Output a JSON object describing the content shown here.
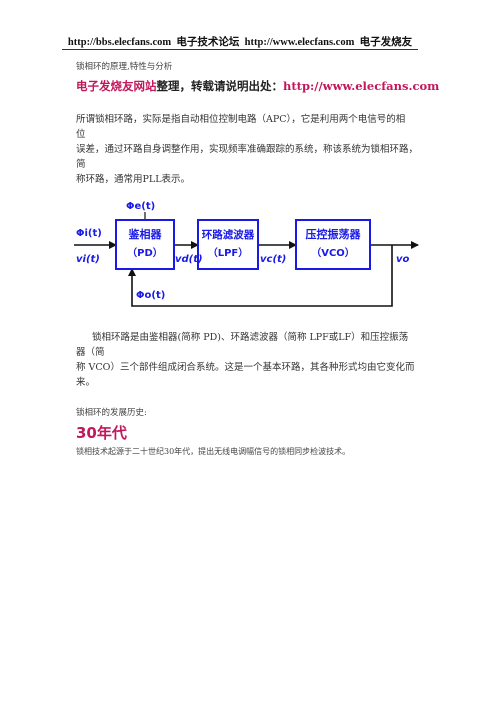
{
  "header": {
    "url1": "http://bbs.elecfans.com",
    "forum": "电子技术论坛",
    "url2": "http://www.elecfans.com",
    "brand": "电子发烧友"
  },
  "subtitle": "锁相环的原理,特性与分析",
  "notice": {
    "site": "电子发烧友网站",
    "mid": "整理，转载请说明出处：",
    "url": "http://www.elecfans.com"
  },
  "intro_lines": [
    "所谓锁相环路，实际是指自动相位控制电路（APC），它是利用两个电信号的相",
    "位",
    "误差，通过环路自身调整作用，实现频率准确跟踪的系统，称该系统为锁相环路，",
    "简",
    "称环路，通常用PLL表示。"
  ],
  "diagram": {
    "colors": {
      "box": "#1a1ae6",
      "text": "#1a1ae6",
      "line": "#111111"
    },
    "blocks": [
      {
        "line1": "鉴相器",
        "line2": "（PD）"
      },
      {
        "line1": "环路滤波器",
        "line2": "（LPF）"
      },
      {
        "line1": "压控振荡器",
        "line2": "（VCO）"
      }
    ],
    "labels": {
      "phi_i": "Φi(t)",
      "v_i": "vi(t)",
      "phi_e": "Φe(t)",
      "v_d": "vd(t)",
      "v_c": "vc(t)",
      "v_o": "vo",
      "phi_o": "Φo(t)"
    }
  },
  "body_lines": [
    "锁相环路是由鉴相器(简称 PD)、环路滤波器（简称 LPF或LF）和压控振荡",
    "器（简",
    "称 VCO）三个部件组成闭合系统。这是一个基本环路，其各种形式均由它变化而",
    "来。"
  ],
  "history": {
    "label": "锁相环的发展历史:",
    "decade": "30年代",
    "text": "锁相技术起源于二十世纪30年代，提出无线电调幅信号的锁相同步检波技术。"
  }
}
